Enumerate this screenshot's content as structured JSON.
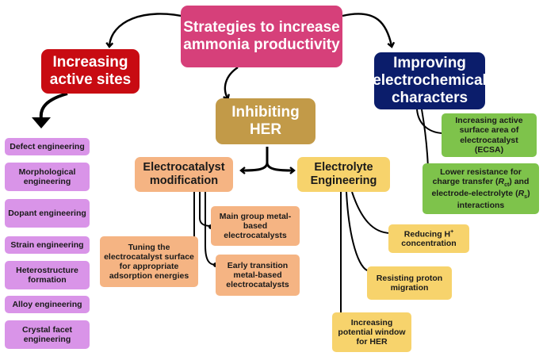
{
  "root": {
    "label": "Strategies to increase ammonia productivity",
    "color": "#d6407a"
  },
  "branch_active": {
    "label": "Increasing active sites",
    "color": "#c80b12"
  },
  "branch_her": {
    "label": "Inhibiting HER",
    "color": "#c29a48"
  },
  "branch_electro": {
    "label": "Improving electrochemical characters",
    "color": "#0b1d6b"
  },
  "catalyst": {
    "label": "Electrocatalyst modification",
    "color": "#f5b483"
  },
  "electrolyte": {
    "label": "Electrolyte Engineering",
    "color": "#f7d36c"
  },
  "active_items": [
    "Defect engineering",
    "Morphological engineering",
    "Dopant engineering",
    "Strain engineering",
    "Heterostructure formation",
    "Alloy engineering",
    "Crystal facet engineering"
  ],
  "catalyst_items": {
    "main_group": "Main group metal-based electrocatalysts",
    "tuning": "Tuning the electrocatalyst surface for appropriate adsorption energies",
    "early_transition": "Early transition metal-based electrocatalysts"
  },
  "electrolyte_items": {
    "h_conc_prefix": "Reducing H",
    "h_conc_sup": "+",
    "h_conc_suffix": "concentration",
    "proton": "Resisting proton migration",
    "window": "Increasing potential window for HER"
  },
  "electro_items": {
    "ecsa": "Increasing active surface area of electrocatalyst (ECSA)",
    "r_prefix": "Lower resistance for charge transfer (",
    "r_ct_sym": "R",
    "r_ct_sub": "ct",
    "r_mid": ") and electrode-electrolyte (",
    "r_s_sym": "R",
    "r_s_sub": "s",
    "r_suffix": ") interactions"
  },
  "colors": {
    "purple_item": "#d994e8",
    "orange_item": "#f5b483",
    "yellow_item": "#f7d36c",
    "green_item": "#7ec34b"
  }
}
